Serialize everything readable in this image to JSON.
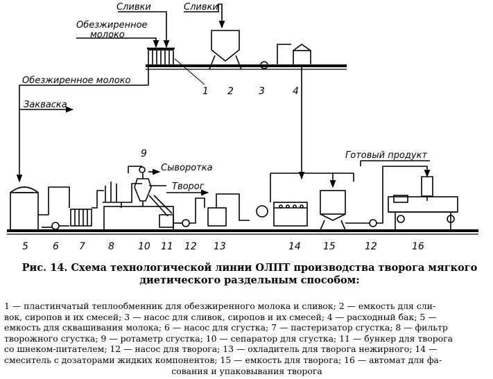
{
  "diagram": {
    "streams": {
      "cream_1": "Сливки",
      "cream_2": "Сливки",
      "skim_milk_top_1": "Обезжиренное",
      "skim_milk_top_2": "молоко",
      "skim_milk_mid": "Обезжиренное молоко",
      "starter": "Закваска",
      "whey": "Сыворотка",
      "curd": "Творог",
      "finished_product": "Готовый продукт"
    },
    "equipment_numbers": {
      "n1": "1",
      "n2": "2",
      "n3": "3",
      "n4": "4",
      "n5": "5",
      "n6": "6",
      "n7": "7",
      "n8": "8",
      "n9": "9",
      "n10": "10",
      "n11": "11",
      "n12a": "12",
      "n13": "13",
      "n14": "14",
      "n15": "15",
      "n12b": "12",
      "n16": "16"
    }
  },
  "caption": {
    "title_line1": "Рис. 14. Схема технологической линии ОЛПТ производства творога мягкого",
    "title_line2": "диетического раздельным способом:",
    "legend_lines": [
      "1 — пластинчатый теплообменник для обезжиренного молока и сливок; 2 — емкость для сли-",
      "вок, сиропов и их смесей; 3 — насос для сливок, сиропов и их смесей; 4 — расходный бак; 5 —",
      "емкость для сквашивания молока; 6 — насос для сгустка; 7 — пастеризатор сгустка; 8 — фильтр",
      "творожного сгустка; 9 — ротаметр сгустка; 10 — сепаратор для сгустка; 11 — бункер для творога",
      "со шнеком-питателем; 12 — насос для творога; 13 — охладитель для творога нежирного; 14 —",
      "смеситель с дозаторами жидких компонентов; 15 — емкость для творога; 16 — автомат для фа-",
      "сования и упаковывания творога"
    ]
  }
}
